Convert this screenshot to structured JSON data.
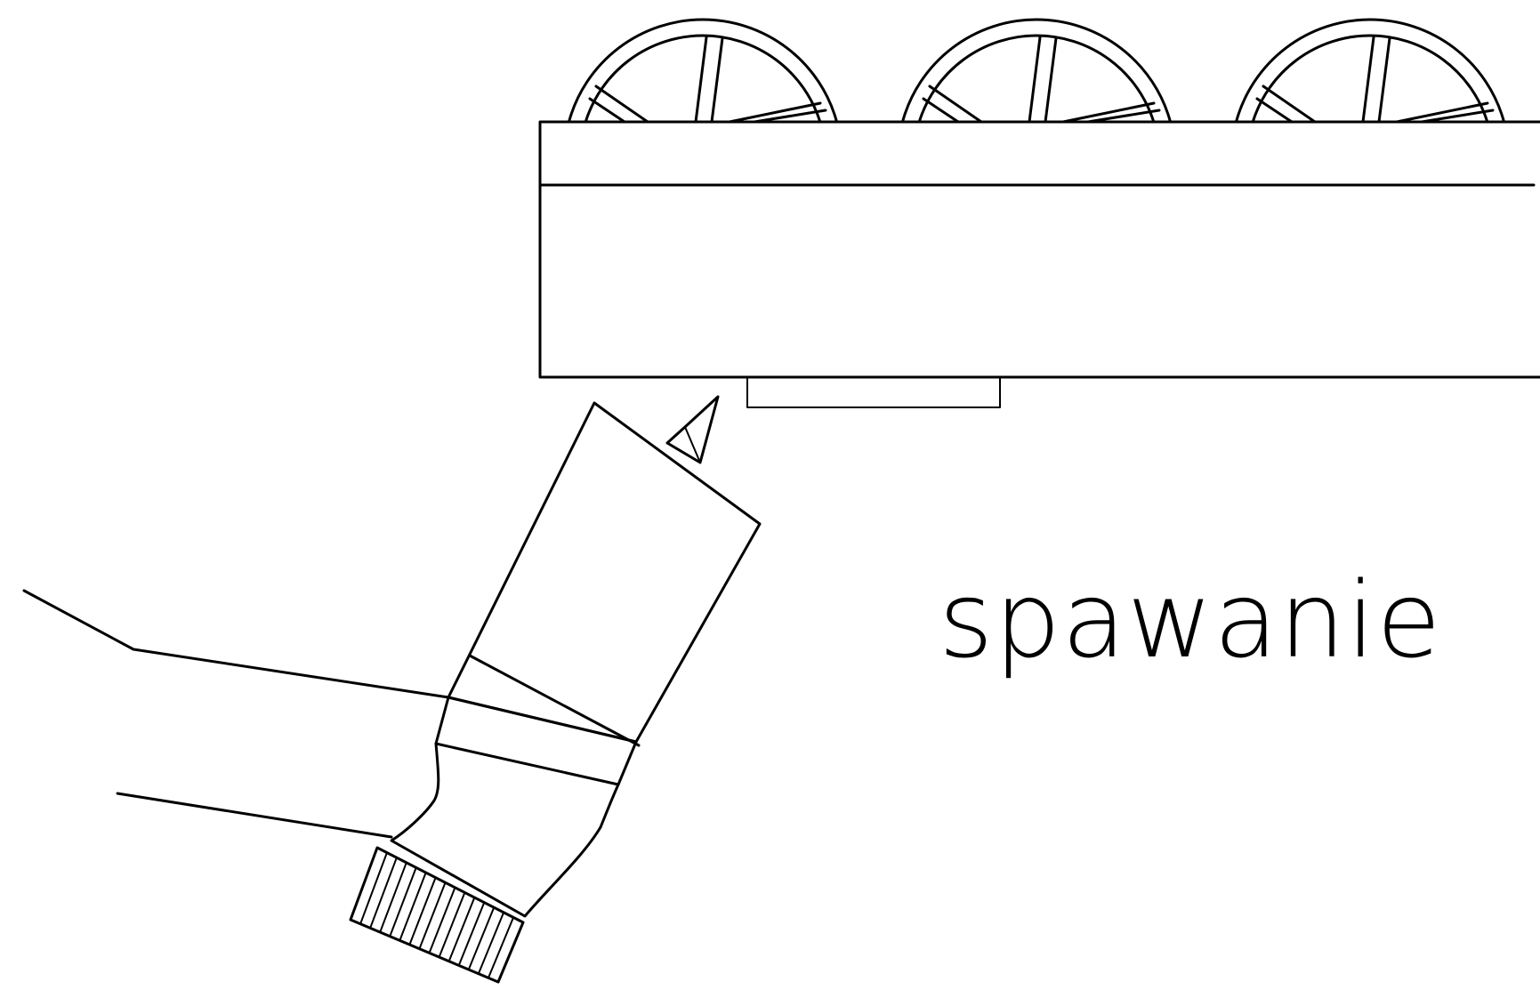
{
  "caption": "spawanie",
  "colors": {
    "line": "#000000",
    "background": "#ffffff"
  },
  "icons": [
    "roller-wheel",
    "welding-torch",
    "hand",
    "knurled-grip"
  ],
  "rollers": 3
}
